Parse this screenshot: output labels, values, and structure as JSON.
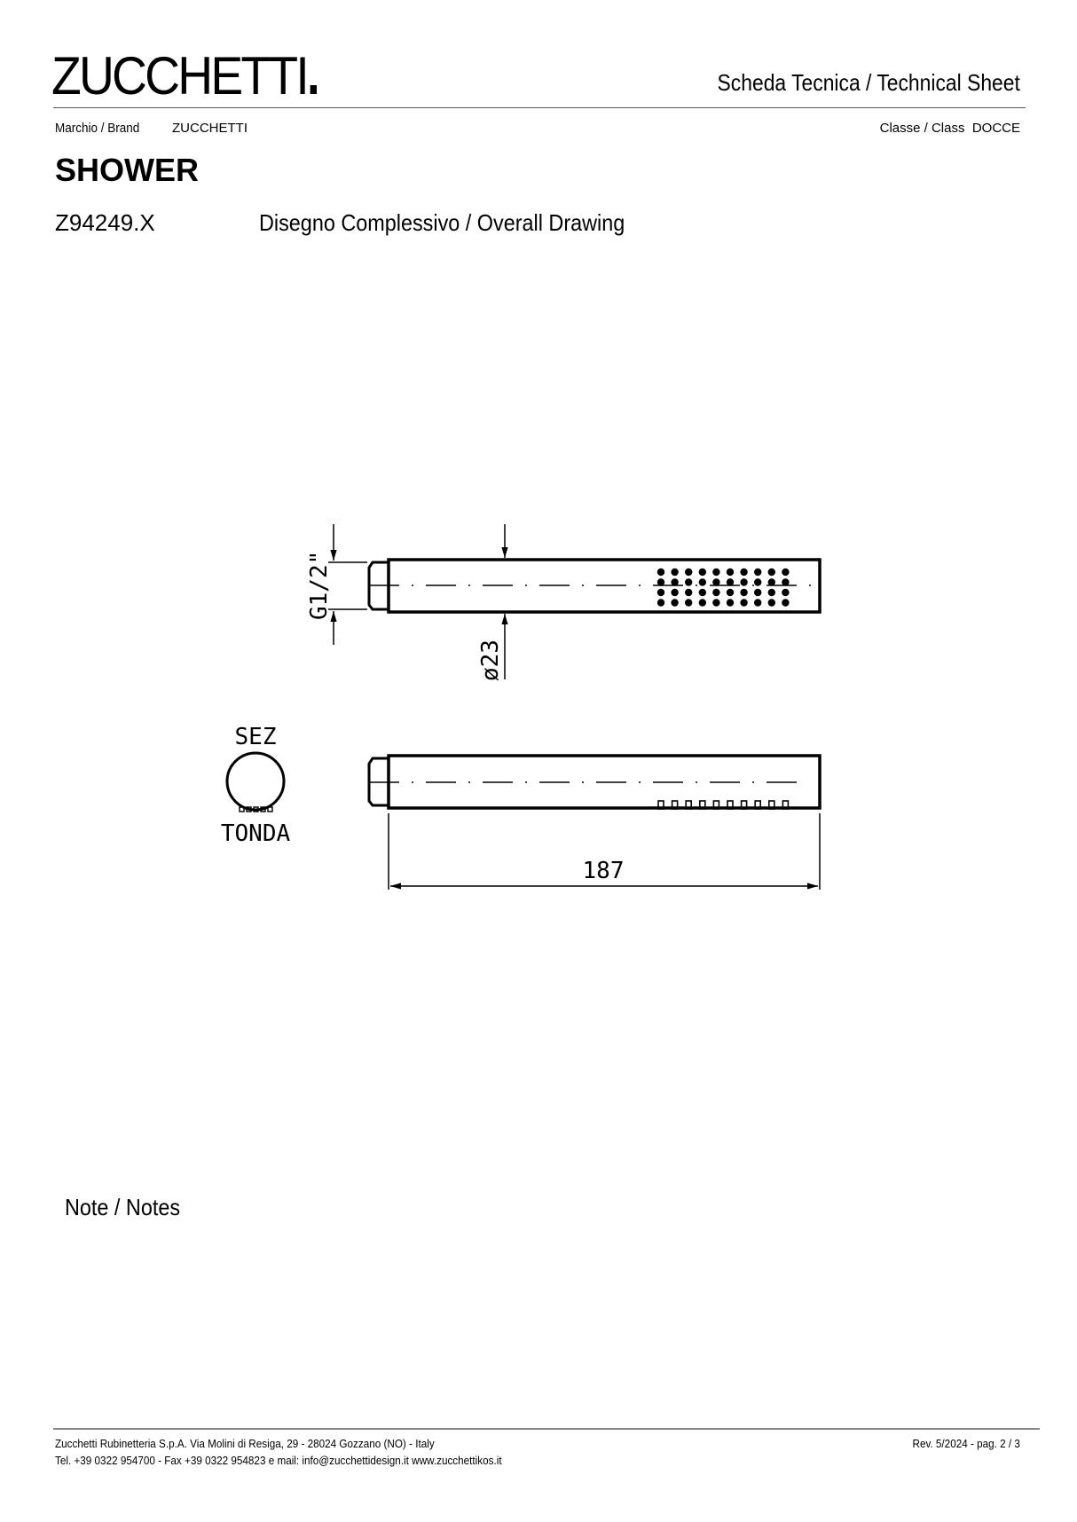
{
  "header": {
    "logo_text": "ZUCCHETTI",
    "sheet_title": "Scheda Tecnica / Technical Sheet",
    "brand_label": "Marchio / Brand",
    "brand_value": "ZUCCHETTI",
    "class_label": "Classe / Class",
    "class_value": "DOCCE"
  },
  "product": {
    "category": "SHOWER",
    "code": "Z94249.X",
    "drawing_title": "Disegno Complessivo / Overall Drawing"
  },
  "drawing": {
    "thread_label": "G1/2\"",
    "diameter_label": "ø23",
    "length_label": "187",
    "section_top": "SEZ",
    "section_bottom": "TONDA"
  },
  "notes": {
    "label": "Note / Notes"
  },
  "footer": {
    "line1": "Zucchetti Rubinetteria S.p.A. Via Molini di Resiga, 29 - 28024 Gozzano (NO) - Italy",
    "line2": "Tel. +39 0322 954700 - Fax +39 0322 954823 e mail: info@zucchettidesign.it www.zucchettikos.it",
    "revision": "Rev. 5/2024 - pag. 2 / 3"
  }
}
